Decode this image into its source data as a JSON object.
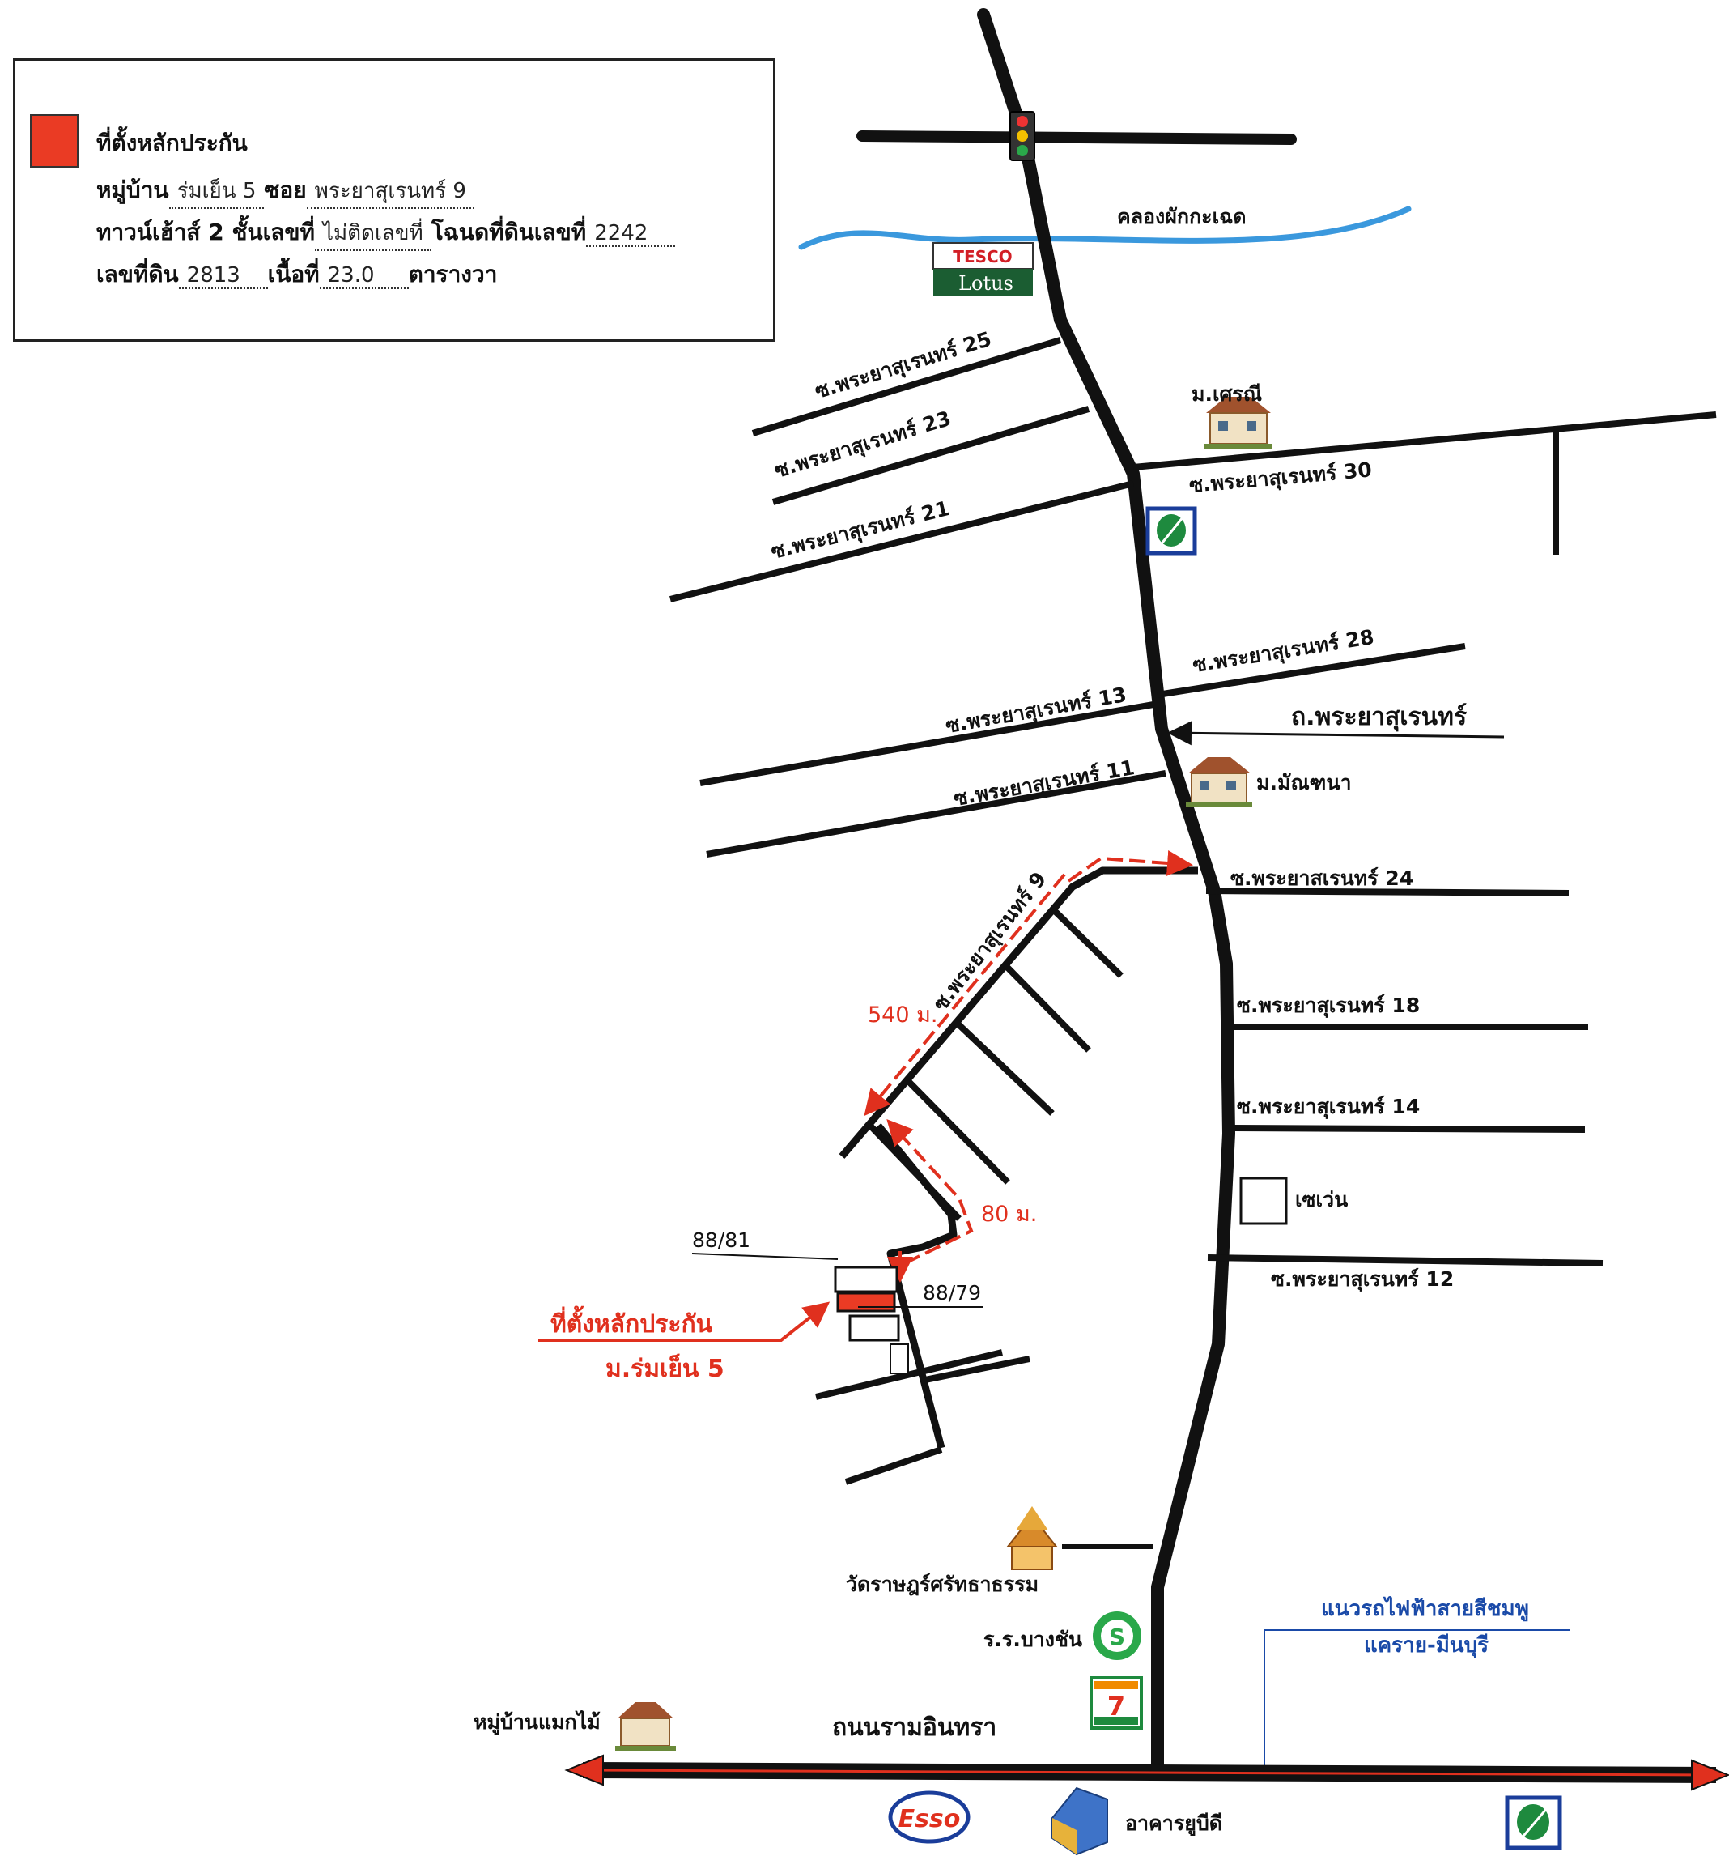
{
  "legend": {
    "title": "ที่ตั้งหลักประกัน",
    "village_label": "หมู่บ้าน",
    "village_value": "ร่มเย็น 5",
    "soi_label": "ซอย",
    "soi_value": "พระยาสุเรนทร์ 9",
    "house_type_label": "ทาวน์เฮ้าส์ 2 ชั้นเลขที่",
    "house_no_value": "ไม่ติดเลขที่",
    "deed_label": "โฉนดที่ดินเลขที่",
    "deed_value": "2242",
    "land_no_label": "เลขที่ดิน",
    "land_no_value": "2813",
    "area_label": "เนื้อที่",
    "area_value": "23.0",
    "area_unit": "ตารางวา",
    "colors": {
      "marker": "#ea3b24"
    }
  },
  "map": {
    "canal": "คลองผักกะเฉด",
    "tesco_top": "TESCO",
    "tesco_bottom": "Lotus",
    "main_road_arrow": "ถ.พระยาสุเรนทร์",
    "bottom_road": "ถนนรามอินทรา",
    "sois": {
      "s25": "ซ.พระยาสุเรนทร์ 25",
      "s23": "ซ.พระยาสุเรนทร์ 23",
      "s21": "ซ.พระยาสุเรนทร์ 21",
      "s30": "ซ.พระยาสุเรนทร์ 30",
      "s28": "ซ.พระยาสุเรนทร์ 28",
      "s13": "ซ.พระยาสุเรนทร์ 13",
      "s11": "ซ.พระยาสุเรนทร์ 11",
      "s24": "ซ.พระยาสเรนทร์ 24",
      "s9": "ซ.พระยาสุเรนทร์ 9",
      "s18": "ซ.พระยาสุเรนทร์ 18",
      "s14": "ซ.พระยาสุเรนทร์ 14",
      "s12": "ซ.พระยาสุเรนทร์ 12"
    },
    "landmarks": {
      "sreni": "ม.เศรณี",
      "mantana": "ม.มัณฑนา",
      "seven": "เซเว่น",
      "wat": "วัดราษฎร์ศรัทธาธรรม",
      "school": "ร.ร.บางชัน",
      "maekmai": "หมู่บ้านแมกไม้",
      "ubd": "อาคารยูบีดี",
      "esso": "Esso",
      "seven_logo": "7",
      "school_logo": "S"
    },
    "distances": {
      "d540": "540 ม.",
      "d80": "80 ม."
    },
    "houses": {
      "h8881": "88/81",
      "h8879": "88/79"
    },
    "collateral_1": "ที่ตั้งหลักประกัน",
    "collateral_2": "ม.ร่มเย็น 5",
    "rail_1": "แนวรถไฟฟ้าสายสีชมพู",
    "rail_2": "แคราย-มีนบุรี"
  }
}
